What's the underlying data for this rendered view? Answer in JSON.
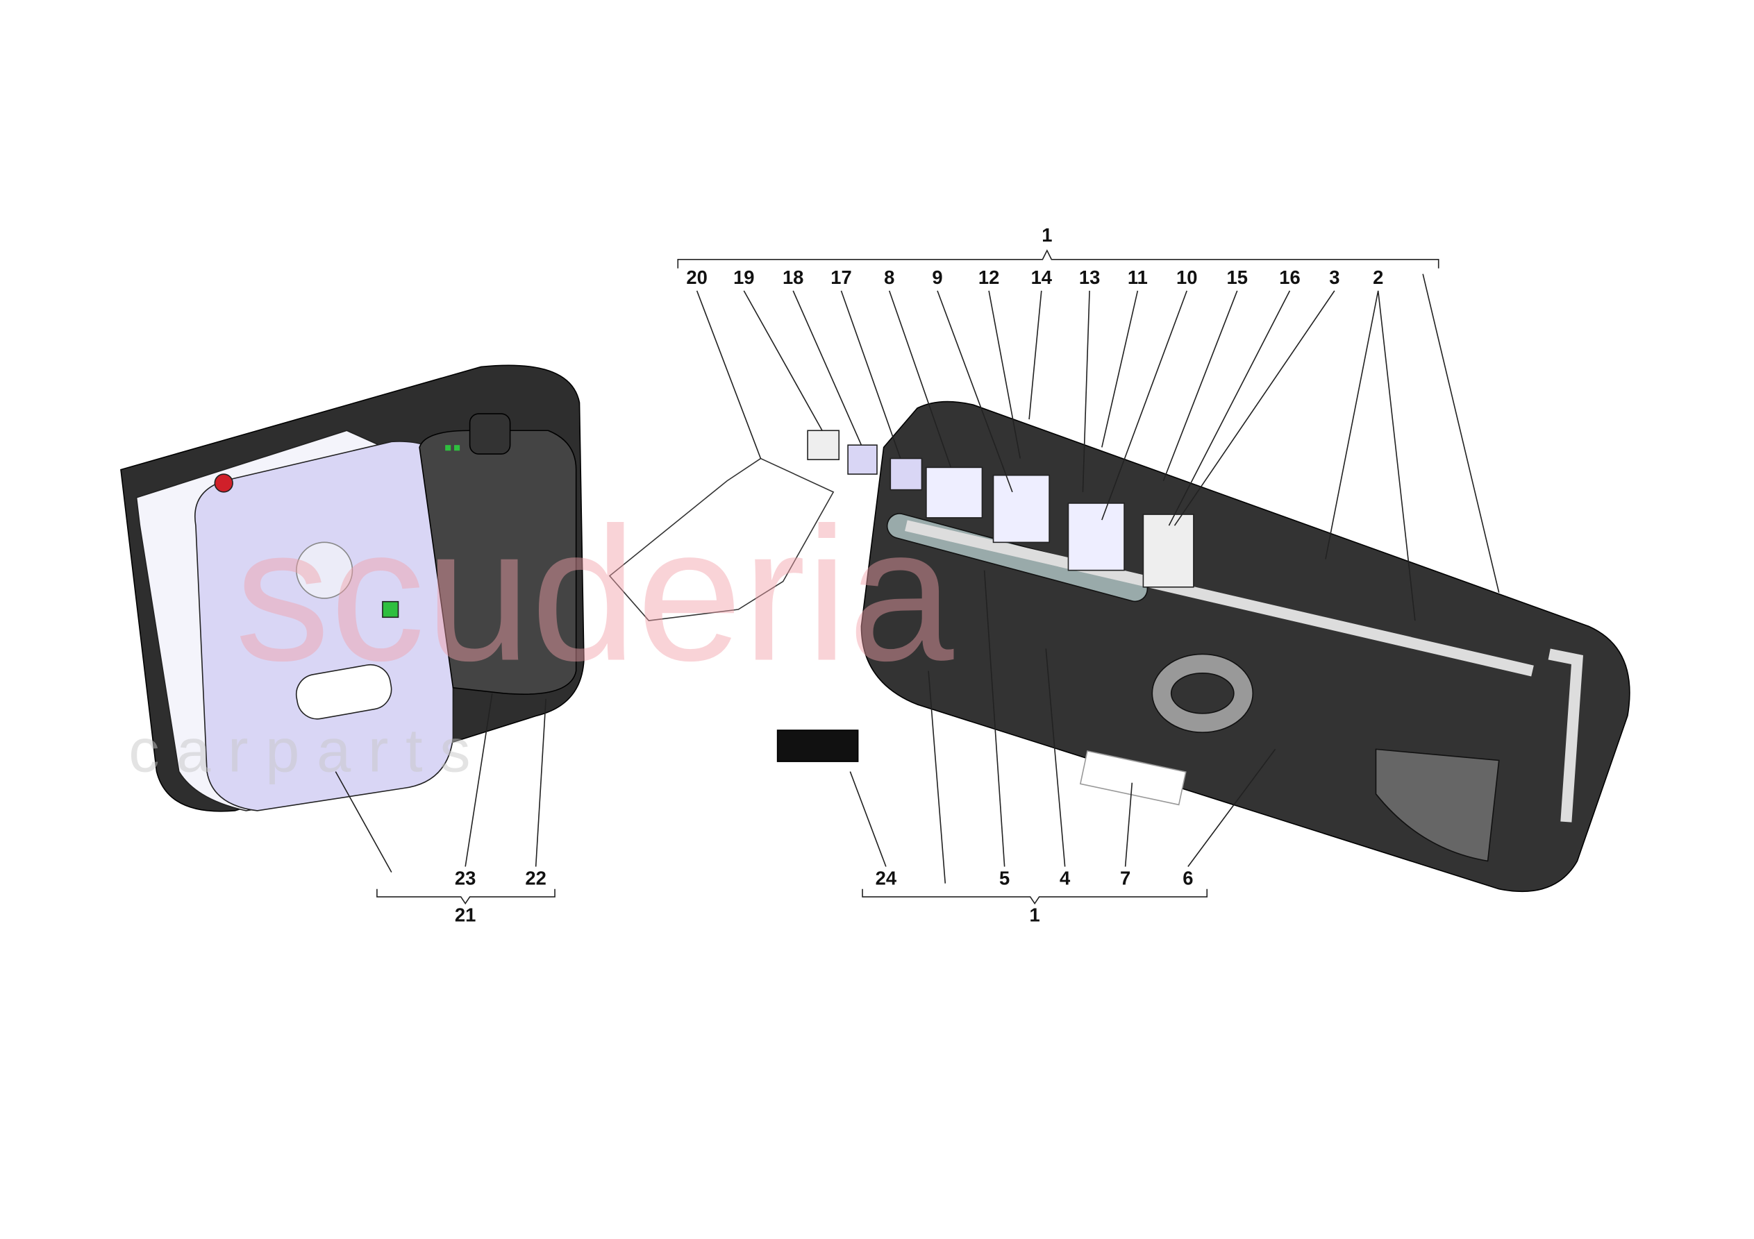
{
  "diagram": {
    "top_group_label": "1",
    "top_labels": [
      "20",
      "19",
      "18",
      "17",
      "8",
      "9",
      "12",
      "14",
      "13",
      "11",
      "10",
      "15",
      "16",
      "3",
      "2"
    ],
    "bottom_left_labels": [
      "23",
      "22"
    ],
    "bottom_left_group_label": "21",
    "bottom_right_labels": [
      "24",
      "5",
      "4",
      "7",
      "6"
    ],
    "bottom_right_group_label": "1",
    "watermark": {
      "line1": "scuderia",
      "line2": "c a r   p a r t s"
    },
    "colors": {
      "case": "#2e2e2e",
      "compressor_face": "#d9d6f5",
      "watermark": "#f2a0a8",
      "accent_red": "#d0202a",
      "indicator_green": "#2fbf3f"
    }
  }
}
